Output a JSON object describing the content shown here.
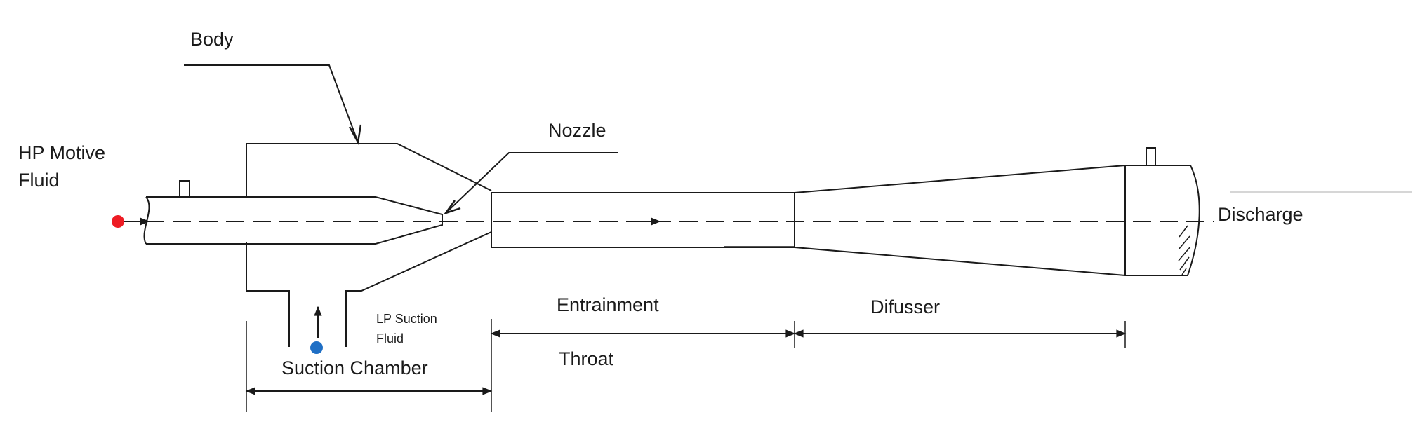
{
  "labels": {
    "body": "Body",
    "hp_motive_fluid_line1": "HP Motive",
    "hp_motive_fluid_line2": "Fluid",
    "nozzle": "Nozzle",
    "discharge": "Discharge",
    "lp_suction_fluid_line1": "LP Suction",
    "lp_suction_fluid_line2": "Fluid",
    "entrainment": "Entrainment",
    "difusser": "Difusser",
    "throat": "Throat",
    "suction_chamber": "Suction Chamber"
  },
  "colors": {
    "line": "#1a1a1a",
    "hp_motive_marker": "#ee1c24",
    "lp_suction_marker": "#1f6fc5",
    "faint_line": "#c8c8c8"
  }
}
